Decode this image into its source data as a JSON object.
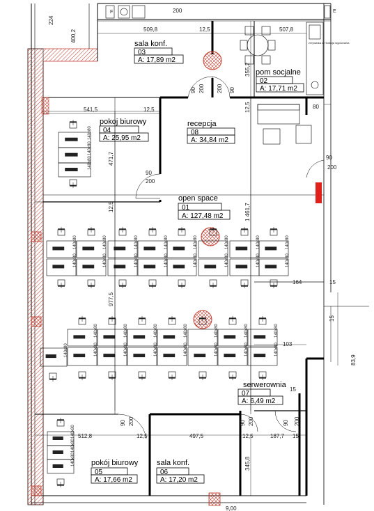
{
  "rooms": [
    {
      "id": "sala-konf-03",
      "name": "sala konf.",
      "number": "03",
      "area": "A: 17,89 m2"
    },
    {
      "id": "pom-socjalne-02",
      "name": "pom socjalne",
      "number": "02",
      "area": "A: 17,71 m2"
    },
    {
      "id": "pokoj-biurowy-04",
      "name": "pokoj biurowy",
      "number": "04",
      "area": "A: 25,95 m2"
    },
    {
      "id": "recepcja-08",
      "name": "recepcja",
      "number": "08",
      "area": "A: 34,84 m2"
    },
    {
      "id": "open-space-01",
      "name": "open space",
      "number": "01",
      "area": "A: 127,48 m2"
    },
    {
      "id": "serwerownia-07",
      "name": "serwerownia",
      "number": "07",
      "area": "A: 6,49 m2"
    },
    {
      "id": "pokoj-biurowy-05",
      "name": "pokój biurowy",
      "number": "05",
      "area": "A: 17,66 m2"
    },
    {
      "id": "sala-konf-06",
      "name": "sala konf.",
      "number": "06",
      "area": "A: 17,20 m2"
    }
  ],
  "dimensions": {
    "d224": "224",
    "d4002": "400,2",
    "d200_top": "200",
    "d5098": "509,8",
    "d125_a": "12,5",
    "d5078": "507,8",
    "d3552": "355,2",
    "d90_a": "90",
    "d200_a": "200",
    "d90_b": "90",
    "d200_b": "200",
    "d125_b": "12,5",
    "d80": "80",
    "d5415": "541,5",
    "d125_c": "12,5",
    "d4717": "471,7",
    "d90_c": "90",
    "d200_c": "200",
    "d90_d": "90",
    "d200_d": "200",
    "d125_d": "12,5",
    "d14617": "1 461,7",
    "d164": "164",
    "d15_a": "15",
    "d15_b": "15",
    "d9775": "977,5",
    "d103": "103",
    "d839": "83,9",
    "d15_c": "15",
    "d5128": "512,8",
    "d125_e": "12,5",
    "d4975": "497,5",
    "d125_f": "12,5",
    "d1877": "187,7",
    "d15_d": "15",
    "d90_e": "90",
    "d200_e": "200",
    "d90_f": "90",
    "d200_f": "200",
    "d90_g": "90",
    "d200_g": "200",
    "d3458": "345,8",
    "d900": "9,00"
  },
  "desk_label": "140x80",
  "small_note": "zmywarka ze funkcja wyparzania",
  "top_letter": "F",
  "side_letter": "E",
  "colors": {
    "wall": "#000000",
    "hatch_red": "#c0392b",
    "fire_red": "#e0201a",
    "column_fill": "#e8d0d0"
  }
}
